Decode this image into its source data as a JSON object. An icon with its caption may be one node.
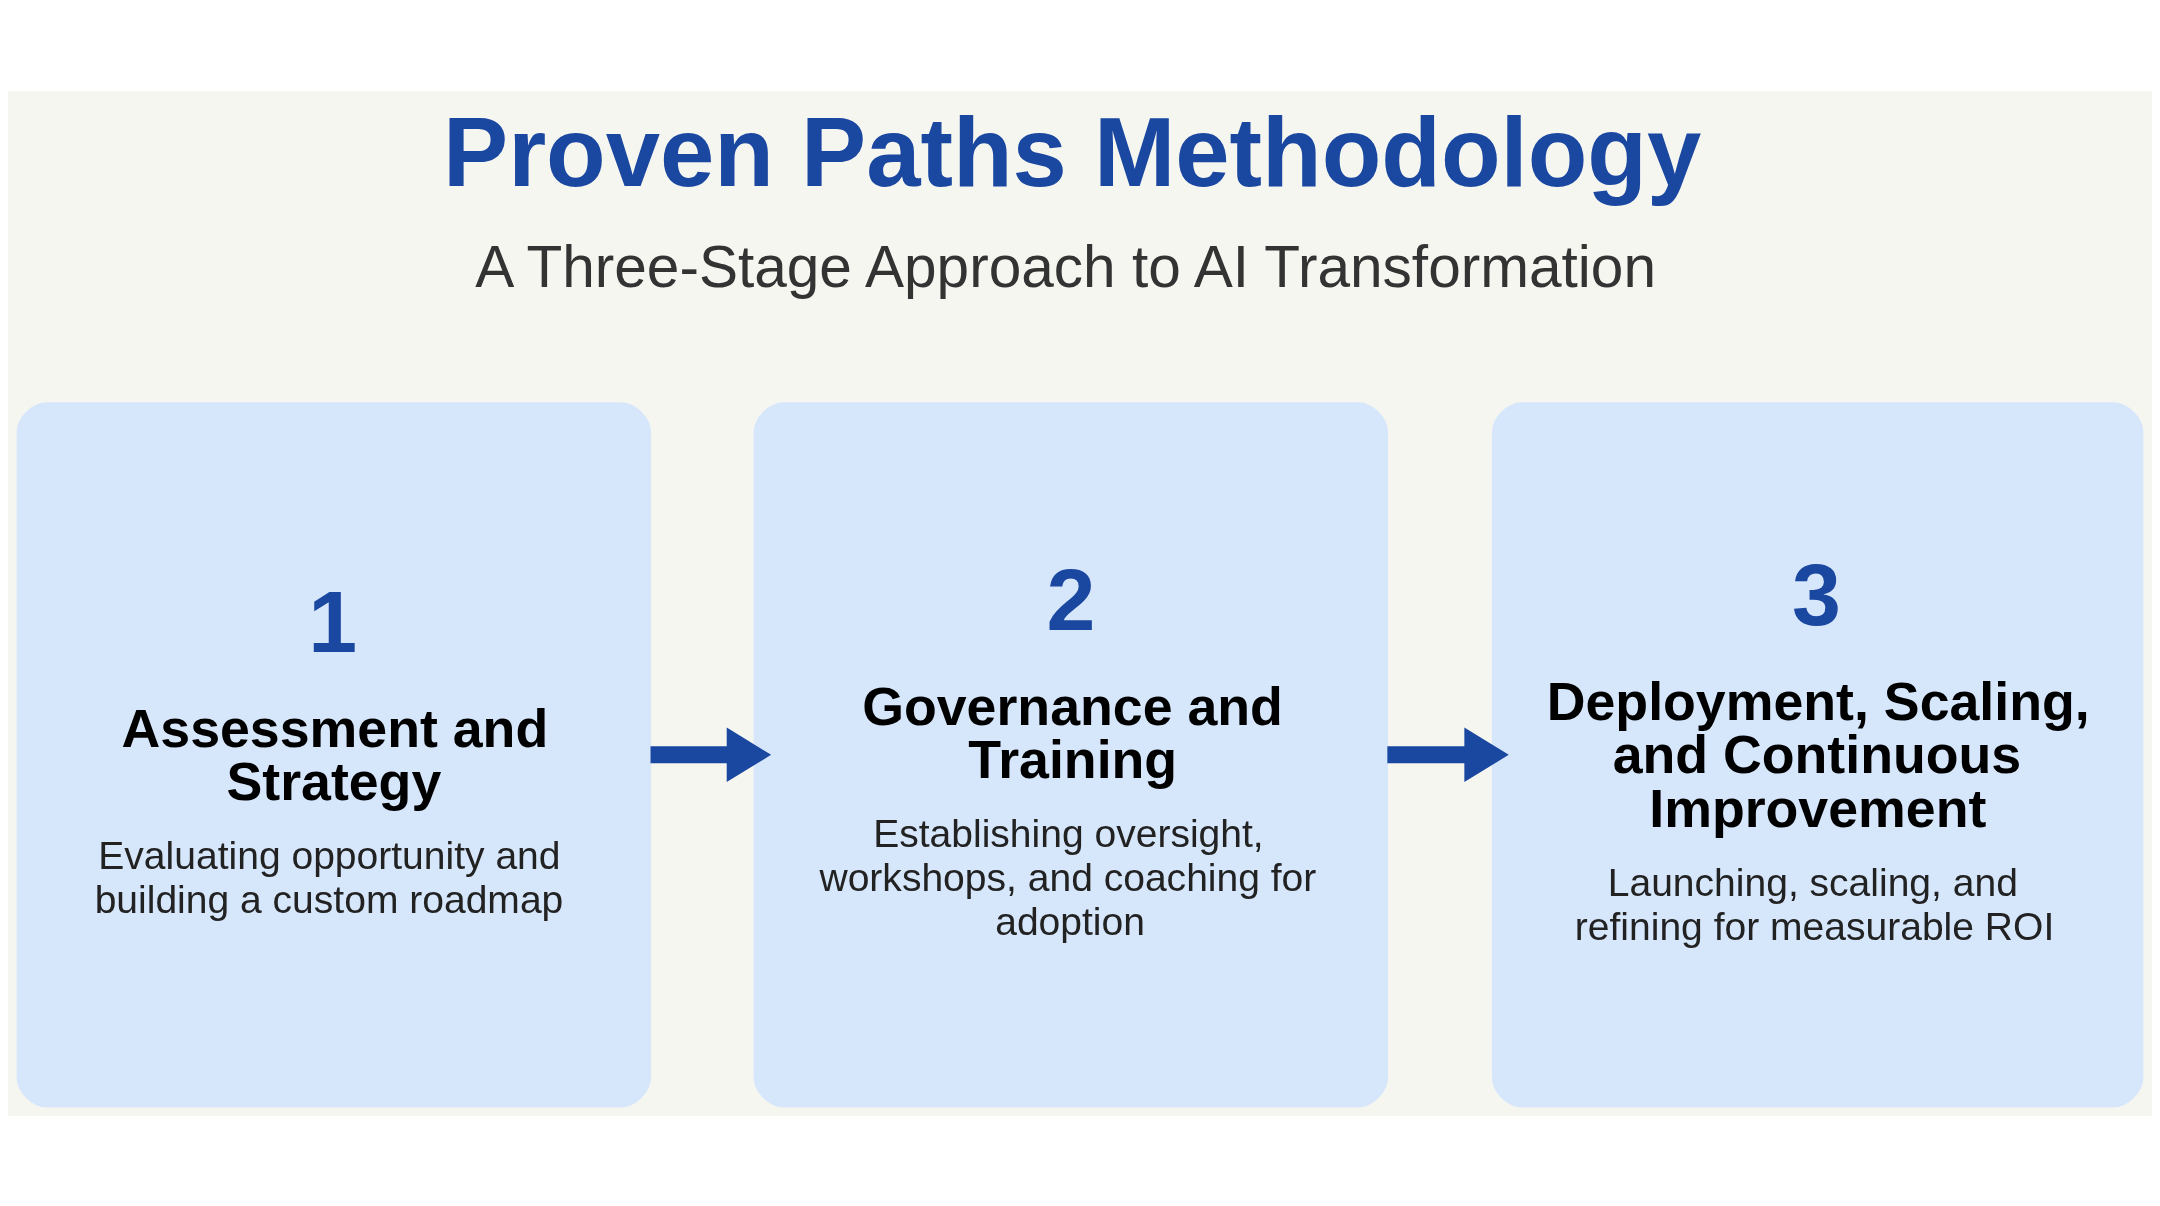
{
  "diagram": {
    "title": "Proven Paths Methodology",
    "nodes": [
      {
        "text": [
          "1",
          "Assessment and Strategy",
          "Evaluating opportunity and building a custom roadmap"
        ]
      },
      {
        "text": [
          "2",
          "Governance and Training",
          "Establishing oversight, workshops, and coaching for adoption"
        ]
      },
      {
        "text": [
          "3",
          "Deployment, Scaling, and Continuous Improvement",
          "Launching, scaling, and refining for measurable ROI"
        ]
      }
    ],
    "edges": [
      {
        "from": 0,
        "to": 1,
        "arrow": "to"
      },
      {
        "from": 1,
        "to": 2,
        "arrow": "to"
      }
    ],
    "labels": [
      "A Three-Stage Approach to AI Transformation"
    ]
  }
}
